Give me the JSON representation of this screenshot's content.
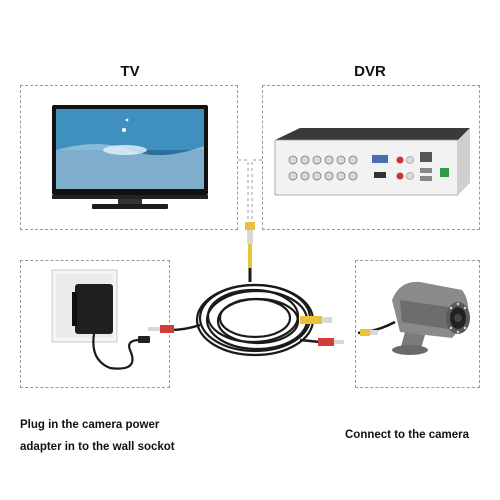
{
  "labels": {
    "tv": "TV",
    "dvr": "DVR",
    "power_caption_line1": "Plug in the camera power",
    "power_caption_line2": "adapter in to the wall sockot",
    "camera_caption": "Connect to the camera"
  },
  "colors": {
    "background": "#ffffff",
    "dashed_border": "#9a9a9a",
    "cable_black": "#1a1a1a",
    "connector_red": "#d33a3a",
    "connector_yellow": "#e8c33a",
    "dvr_body": "#2a2a2a",
    "tv_screen_blue": "#3f8fbf",
    "camera_gray": "#8a8a8a"
  },
  "icons": [
    "tv-illustration",
    "dvr-illustration",
    "power-adapter-illustration",
    "cable-illustration",
    "camera-illustration"
  ]
}
